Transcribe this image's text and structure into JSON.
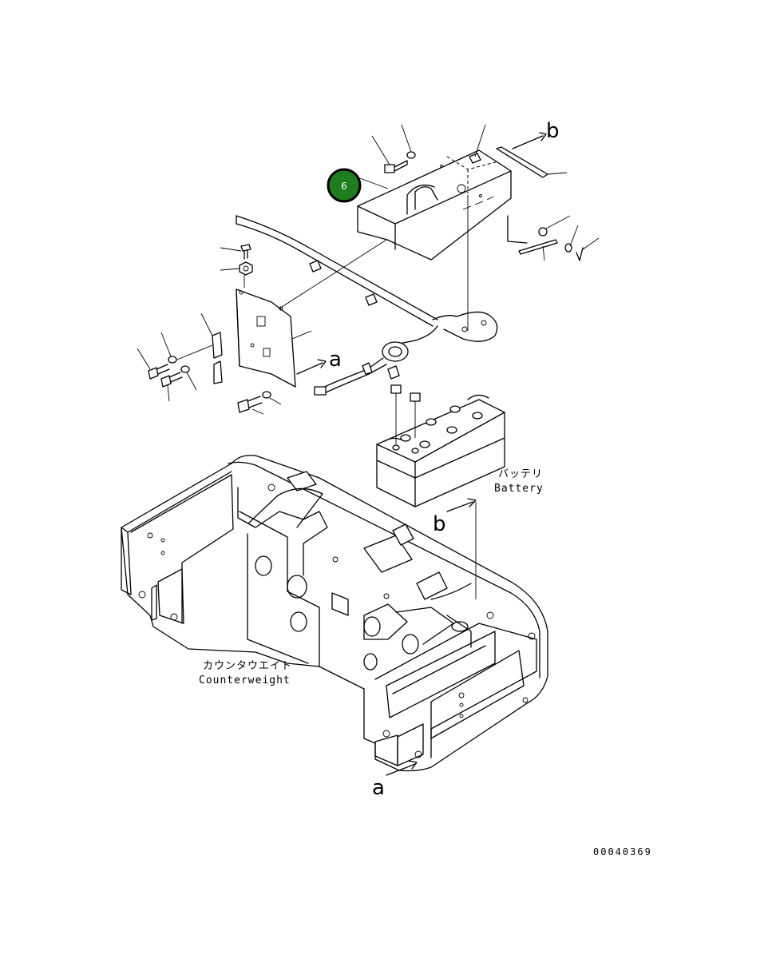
{
  "badge": {
    "label": "6",
    "color": "#1e7d1e"
  },
  "view_labels": {
    "b_top": "b",
    "a_mid": "a",
    "b_mid": "b",
    "a_bottom": "a"
  },
  "battery": {
    "label_jp": "バッテリ",
    "label_en": "Battery"
  },
  "counterweight": {
    "label_jp": "カウンタウエイト",
    "label_en": "Counterweight"
  },
  "drawing_number": "00040369"
}
